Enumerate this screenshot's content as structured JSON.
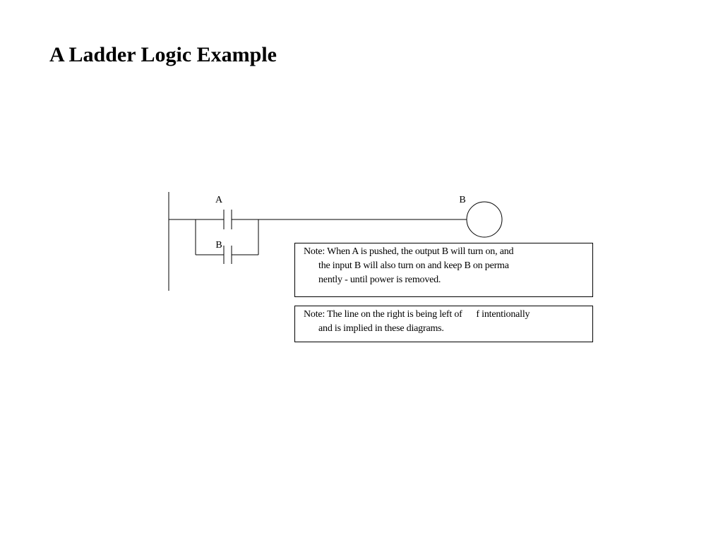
{
  "slide": {
    "title": "A Ladder Logic Example"
  },
  "diagram": {
    "contact_a_label": "A",
    "contact_b_label": "B",
    "coil_label": "B"
  },
  "notes": [
    {
      "lines": [
        "Note: When A is pushed, the output B will turn on, and",
        "the input B will also turn on and keep B on perma",
        "nently - until power is removed."
      ]
    },
    {
      "lines": [
        "Note: The line on the right is being left of      f intentionally",
        "and is implied in these diagrams."
      ]
    }
  ]
}
